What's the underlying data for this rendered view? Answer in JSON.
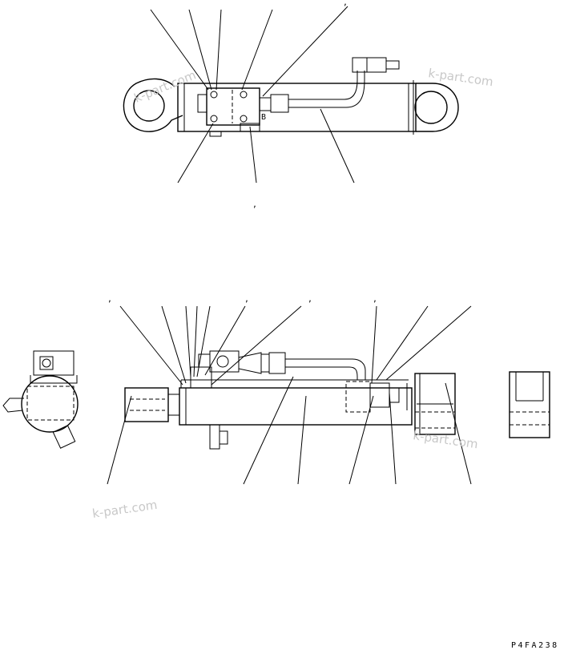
{
  "drawing_code": "P4FA238",
  "port_label": "B",
  "watermark_text": "k-part.com",
  "callout_marks": [
    ",",
    ",",
    ",",
    ",",
    ",",
    ",",
    ","
  ],
  "colors": {
    "line": "#000000",
    "watermark": "#c8c8c8",
    "background": "#ffffff"
  }
}
